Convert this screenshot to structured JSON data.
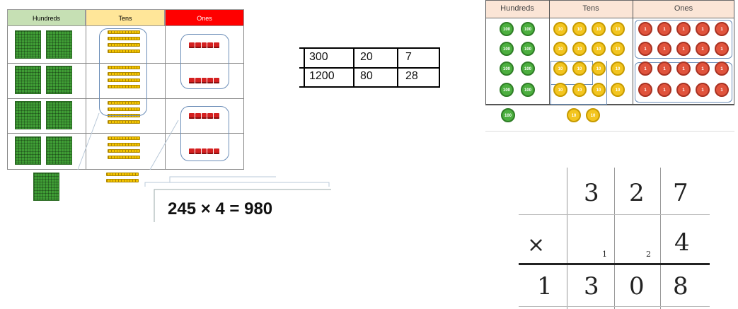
{
  "place_value_blocks": {
    "headers": [
      "Hundreds",
      "Tens",
      "Ones"
    ],
    "header_colors": {
      "hundreds": "#c6e0b4",
      "tens": "#ffe699",
      "ones": "#ff0000"
    }
  },
  "equation": {
    "text": "245 × 4 = 980"
  },
  "grid_table": {
    "rows": [
      [
        "300",
        "20",
        "7"
      ],
      [
        "1200",
        "80",
        "28"
      ]
    ]
  },
  "place_value_counters": {
    "headers": [
      "Hundreds",
      "Tens",
      "Ones"
    ],
    "header_color": "#fbe5d6",
    "hundreds_label": "100",
    "tens_label": "10",
    "ones_label": "1"
  },
  "column_method": {
    "top": [
      "3",
      "2",
      "7"
    ],
    "operator": "×",
    "multiplier": "4",
    "carries": [
      "1",
      "2"
    ],
    "answer": [
      "1",
      "3",
      "0",
      "8"
    ]
  }
}
